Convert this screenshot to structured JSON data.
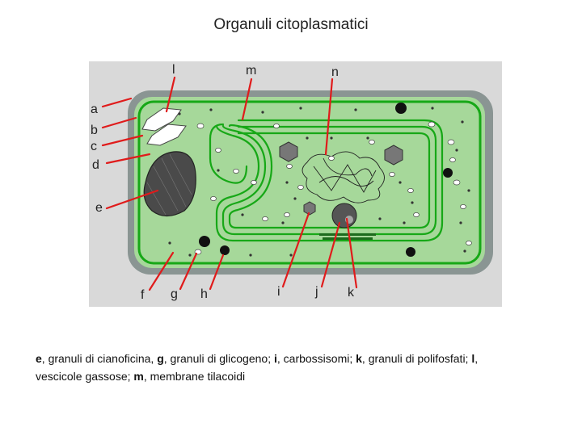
{
  "title": "Organuli citoplasmatici",
  "labels": {
    "a": "a",
    "b": "b",
    "c": "c",
    "d": "d",
    "e": "e",
    "f": "f",
    "g": "g",
    "h": "h",
    "i": "i",
    "j": "j",
    "k": "k",
    "l": "l",
    "m": "m",
    "n": "n"
  },
  "caption": {
    "k1": "e",
    "t1": ", granuli di cianoficina, ",
    "k2": "g",
    "t2": ", granuli di glicogeno; ",
    "k3": "i",
    "t3": ", carbossisomi; ",
    "k4": "k",
    "t4": ", granuli di polifosfati; ",
    "k5": "l",
    "t5": ", vescicole gassose; ",
    "k6": "m",
    "t6": ", membrane tilacoidi"
  },
  "colors": {
    "background": "#d9d9d9",
    "cell_wall": "#8a9593",
    "cytoplasm": "#a6d89a",
    "membrane": "#17a817",
    "pointer": "#e01b1b"
  }
}
